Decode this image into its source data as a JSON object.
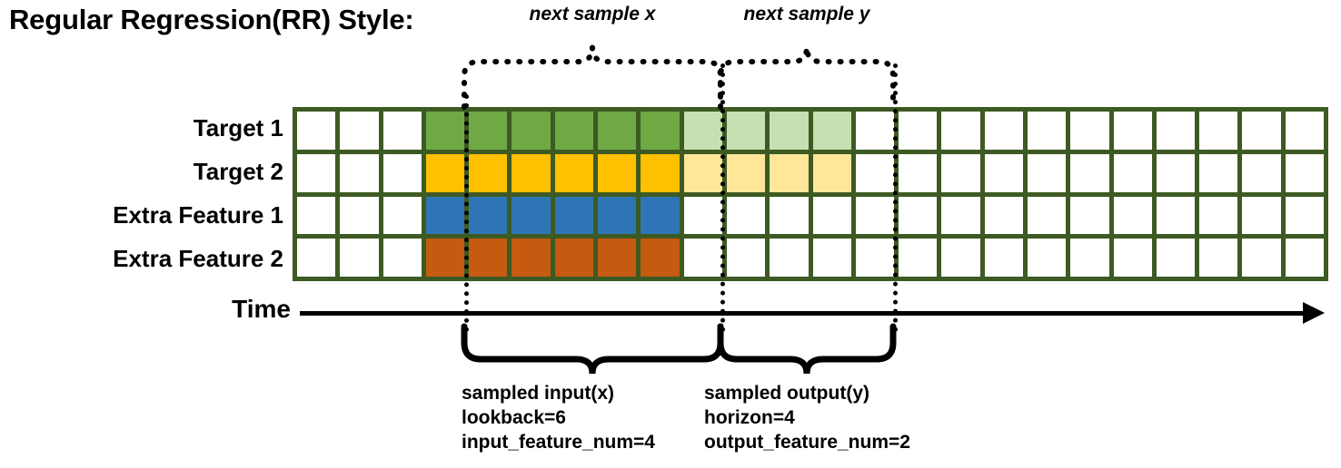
{
  "title": "Regular Regression(RR) Style:",
  "rows": [
    {
      "label": "Target 1",
      "color": "#6EA944",
      "light": "#C6E0B4",
      "has_output": true
    },
    {
      "label": "Target 2",
      "color": "#FFC000",
      "light": "#FFE699",
      "has_output": true
    },
    {
      "label": "Extra Feature 1",
      "color": "#2E75B6",
      "light": "",
      "has_output": false
    },
    {
      "label": "Extra Feature 2",
      "color": "#C55A11",
      "light": "",
      "has_output": false
    }
  ],
  "grid": {
    "total_columns": 24,
    "leading_blank_columns": 3,
    "input_columns": 6,
    "output_columns": 4,
    "trailing_blank_columns": 11,
    "border_color": "#3D5A23"
  },
  "time_axis": {
    "label": "Time"
  },
  "top_braces": [
    {
      "caption": "next sample x"
    },
    {
      "caption": "next sample y"
    }
  ],
  "bottom_braces": [
    {
      "line1": "sampled input(x)",
      "line2": "lookback=6",
      "line3": "input_feature_num=4"
    },
    {
      "line1": "sampled output(y)",
      "line2": "horizon=4",
      "line3": "output_feature_num=2"
    }
  ]
}
